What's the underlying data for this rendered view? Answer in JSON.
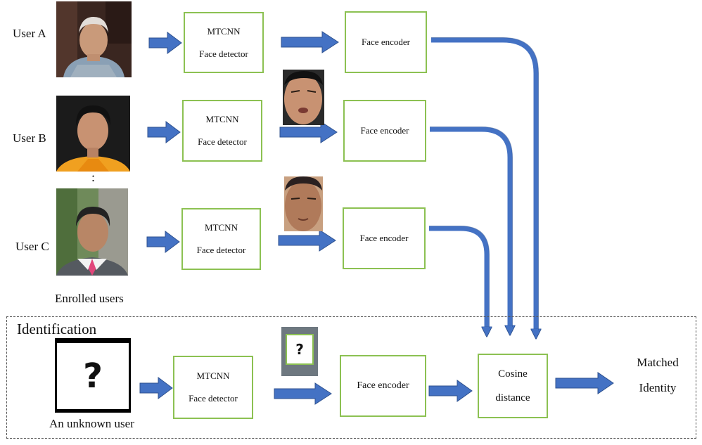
{
  "users": [
    {
      "label": "User A",
      "detector_line1": "MTCNN",
      "detector_line2": "Face detector",
      "encoder": "Face encoder"
    },
    {
      "label": "User B",
      "detector_line1": "MTCNN",
      "detector_line2": "Face detector",
      "encoder": "Face encoder"
    },
    {
      "label": "User C",
      "detector_line1": "MTCNN",
      "detector_line2": "Face detector",
      "encoder": "Face encoder"
    }
  ],
  "ellipsis": ":",
  "enrolled_caption": "Enrolled users",
  "identification": {
    "title": "Identification",
    "unknown_symbol": "?",
    "crop_symbol": "?",
    "unknown_caption": "An unknown user",
    "detector_line1": "MTCNN",
    "detector_line2": "Face detector",
    "encoder": "Face encoder",
    "cosine_line1": "Cosine",
    "cosine_line2": "distance",
    "result_line1": "Matched",
    "result_line2": "Identity"
  },
  "colors": {
    "arrow": "#4472c4",
    "box_border": "#8cc152"
  }
}
